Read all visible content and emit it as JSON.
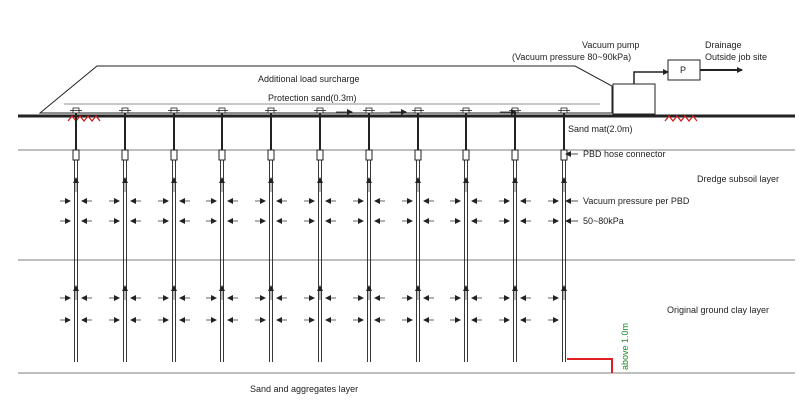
{
  "labels": {
    "surcharge": "Additional load surcharge",
    "protection_sand": "Protection sand(0.3m)",
    "vacuum_pump": "Vacuum pump",
    "vacuum_pressure_pump": "(Vacuum pressure 80~90kPa)",
    "pump_symbol": "P",
    "drainage": "Drainage",
    "outside_site": "Outside job site",
    "sand_mat": "Sand mat(2.0m)",
    "pbd_connector": "PBD hose connector",
    "dredge_layer": "Dredge subsoil layer",
    "vacuum_per_pbd": "Vacuum pressure per PBD",
    "vacuum_range": "50~80kPa",
    "original_clay": "Original ground clay layer",
    "above": "above 1.0m",
    "sand_aggregates": "Sand and aggregates layer"
  },
  "colors": {
    "line": "#222222",
    "anchor": "#d01818",
    "bracket": "#e02020",
    "above_text": "#1a8a2a"
  },
  "pbd_count": 11
}
